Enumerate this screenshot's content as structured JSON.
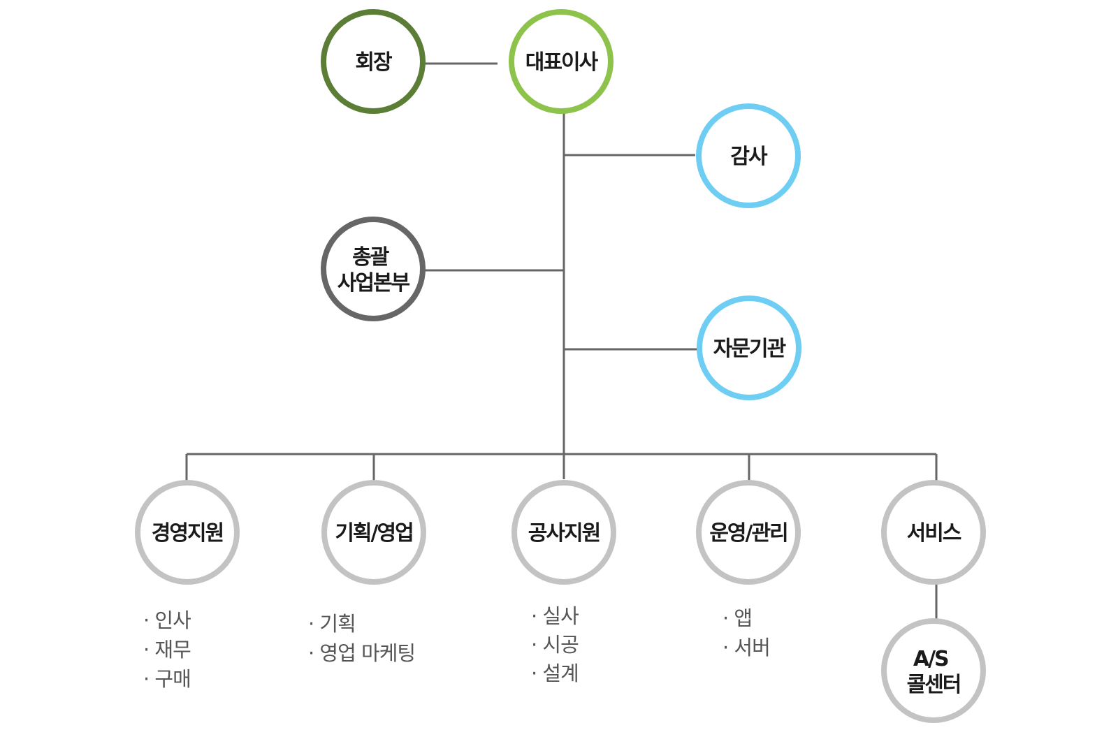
{
  "nodes": {
    "chairman": {
      "label": "회장",
      "color": "#5b7d35"
    },
    "ceo": {
      "label": "대표이사",
      "color": "#8dc24b"
    },
    "audit": {
      "label": "감사",
      "color": "#6dcdf2"
    },
    "hq": {
      "lines": [
        "총괄",
        "사업본부"
      ],
      "color": "#666666"
    },
    "advisory": {
      "label": "자문기관",
      "color": "#6dcdf2"
    },
    "management_support": {
      "label": "경영지원",
      "color": "#c3c3c3"
    },
    "planning_sales": {
      "label": "기획/영업",
      "color": "#c3c3c3"
    },
    "construction_support": {
      "label": "공사지원",
      "color": "#c3c3c3"
    },
    "operations": {
      "label": "운영/관리",
      "color": "#c3c3c3"
    },
    "service": {
      "label": "서비스",
      "color": "#c3c3c3"
    },
    "as_center": {
      "lines": [
        "A/S",
        "콜센터"
      ],
      "color": "#c3c3c3"
    }
  },
  "duties": {
    "management_support": [
      "· 인사",
      "· 재무",
      "· 구매"
    ],
    "planning_sales": [
      "· 기획",
      "· 영업 마케팅"
    ],
    "construction_support": [
      "· 실사",
      "· 시공",
      "· 설계"
    ],
    "operations": [
      "· 앱",
      "· 서버"
    ]
  },
  "colors": {
    "connector": "#666666",
    "label_text": "#1a1a1a",
    "duty_text": "#555555"
  }
}
